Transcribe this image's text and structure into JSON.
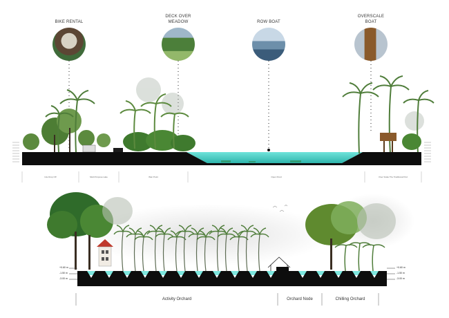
{
  "top_section": {
    "callouts": [
      {
        "line1": "BIKE RENTAL",
        "line2": ""
      },
      {
        "line1": "DECK OVER",
        "line2": "MEADOW"
      },
      {
        "line1": "ROW BOAT",
        "line2": ""
      },
      {
        "line1": "OVERSCALE",
        "line2": "BOAT"
      }
    ],
    "zones": [
      "Inle Drop Off",
      "Multi Purpose Lake",
      "Weir Point",
      "Open Pond",
      "Over Scale The Traditional Pod"
    ]
  },
  "bottom_section": {
    "levels": [
      "+0.60 m",
      "-1.50 m",
      "-3.00 m"
    ],
    "zones": [
      "Activity Orchard",
      "Orchard Node",
      "Chilling Orchard"
    ]
  },
  "colors": {
    "water": "#3fc9c0",
    "ground": "#0d0d0d",
    "canopy_dark": "#2f6b2a",
    "canopy_light": "#7fae5c",
    "palm": "#4f7d3a",
    "hut": "#c0392b"
  }
}
